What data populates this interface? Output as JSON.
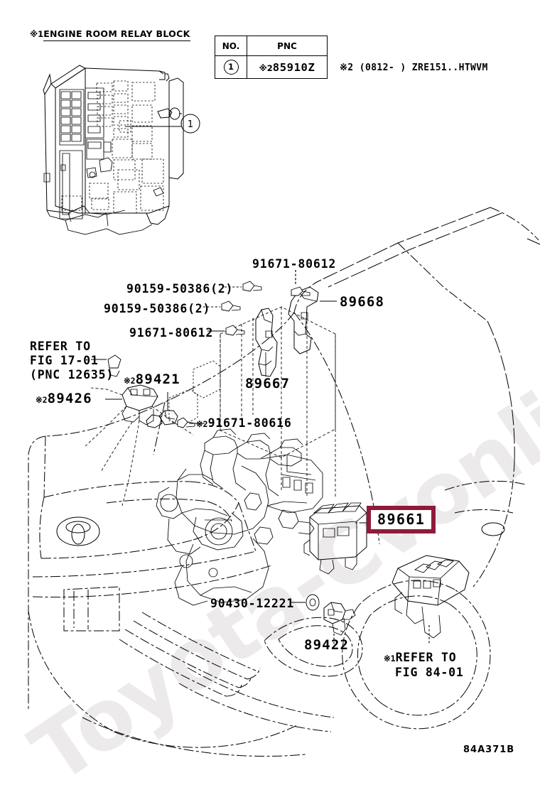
{
  "document": {
    "diagram_code": "84A371B",
    "watermark": "Toyota-Cvonline.ru"
  },
  "header": {
    "relay_block_mark": "※1",
    "relay_block_title": "ENGINE ROOM RELAY BLOCK",
    "callout_number": "1"
  },
  "pnc_table": {
    "headers": [
      "NO.",
      "PNC"
    ],
    "rows": [
      {
        "no": "1",
        "pnc_mark": "※2",
        "pnc": "85910Z"
      }
    ],
    "note": "※2 (0812-    ) ZRE151..HTWVM"
  },
  "part_labels": [
    {
      "id": "p-91671-80612-top",
      "text": "91671-80612",
      "mark": ""
    },
    {
      "id": "p-90159-50386-a",
      "text": "90159-50386(2)",
      "mark": ""
    },
    {
      "id": "p-90159-50386-b",
      "text": "90159-50386(2)",
      "mark": ""
    },
    {
      "id": "p-91671-80612-mid",
      "text": "91671-80612",
      "mark": ""
    },
    {
      "id": "p-89668",
      "text": "89668",
      "mark": ""
    },
    {
      "id": "p-89667",
      "text": "89667",
      "mark": ""
    },
    {
      "id": "p-89421",
      "text": "89421",
      "mark": "※2"
    },
    {
      "id": "p-89426",
      "text": "89426",
      "mark": "※2"
    },
    {
      "id": "p-91671-80616",
      "text": "91671-80616",
      "mark": "※2"
    },
    {
      "id": "p-90430-12221",
      "text": "90430-12221",
      "mark": ""
    },
    {
      "id": "p-89422",
      "text": "89422",
      "mark": ""
    },
    {
      "id": "p-89661",
      "text": "89661",
      "mark": ""
    }
  ],
  "refer_left": {
    "line1": "REFER TO",
    "line2": "FIG 17-01",
    "line3": "(PNC 12635)"
  },
  "refer_right": {
    "mark": "※1",
    "line1": "REFER TO",
    "line2": "FIG 84-01"
  },
  "colors": {
    "highlight_border": "#8E1B39",
    "ink": "#000000",
    "paper": "#FFFFFF",
    "watermark": "#ECEAEA"
  }
}
